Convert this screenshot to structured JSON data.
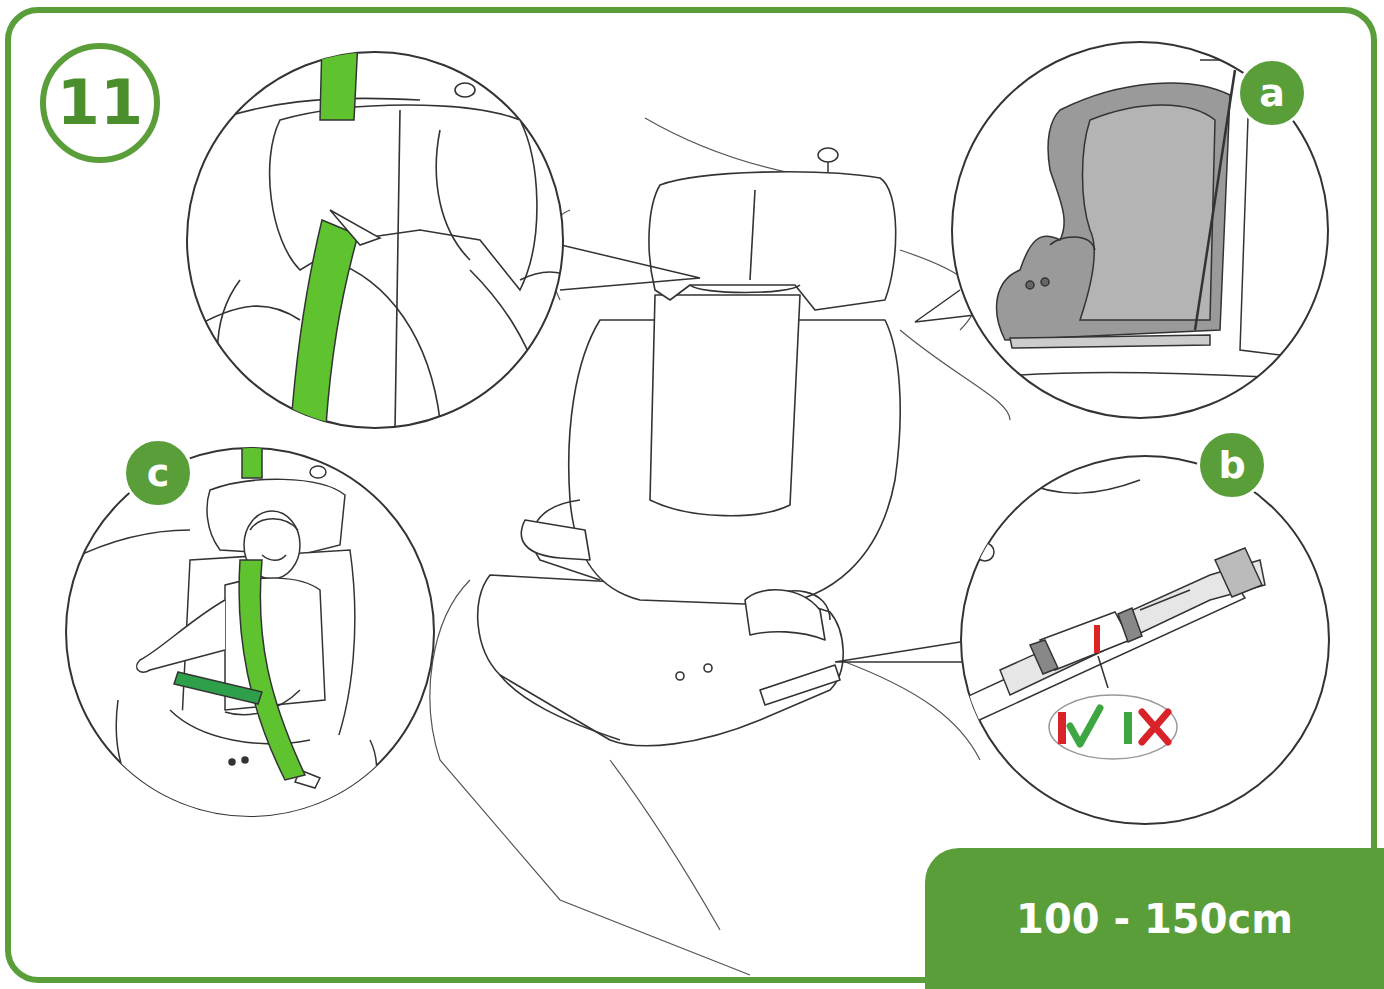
{
  "diagram": {
    "nodes": [
      {
        "text": [
          "11"
        ]
      },
      {
        "text": [
          "a"
        ]
      },
      {
        "text": [
          "c"
        ]
      },
      {
        "text": [
          "b"
        ]
      },
      {
        "text": [
          "100 - 150cm"
        ]
      }
    ]
  }
}
